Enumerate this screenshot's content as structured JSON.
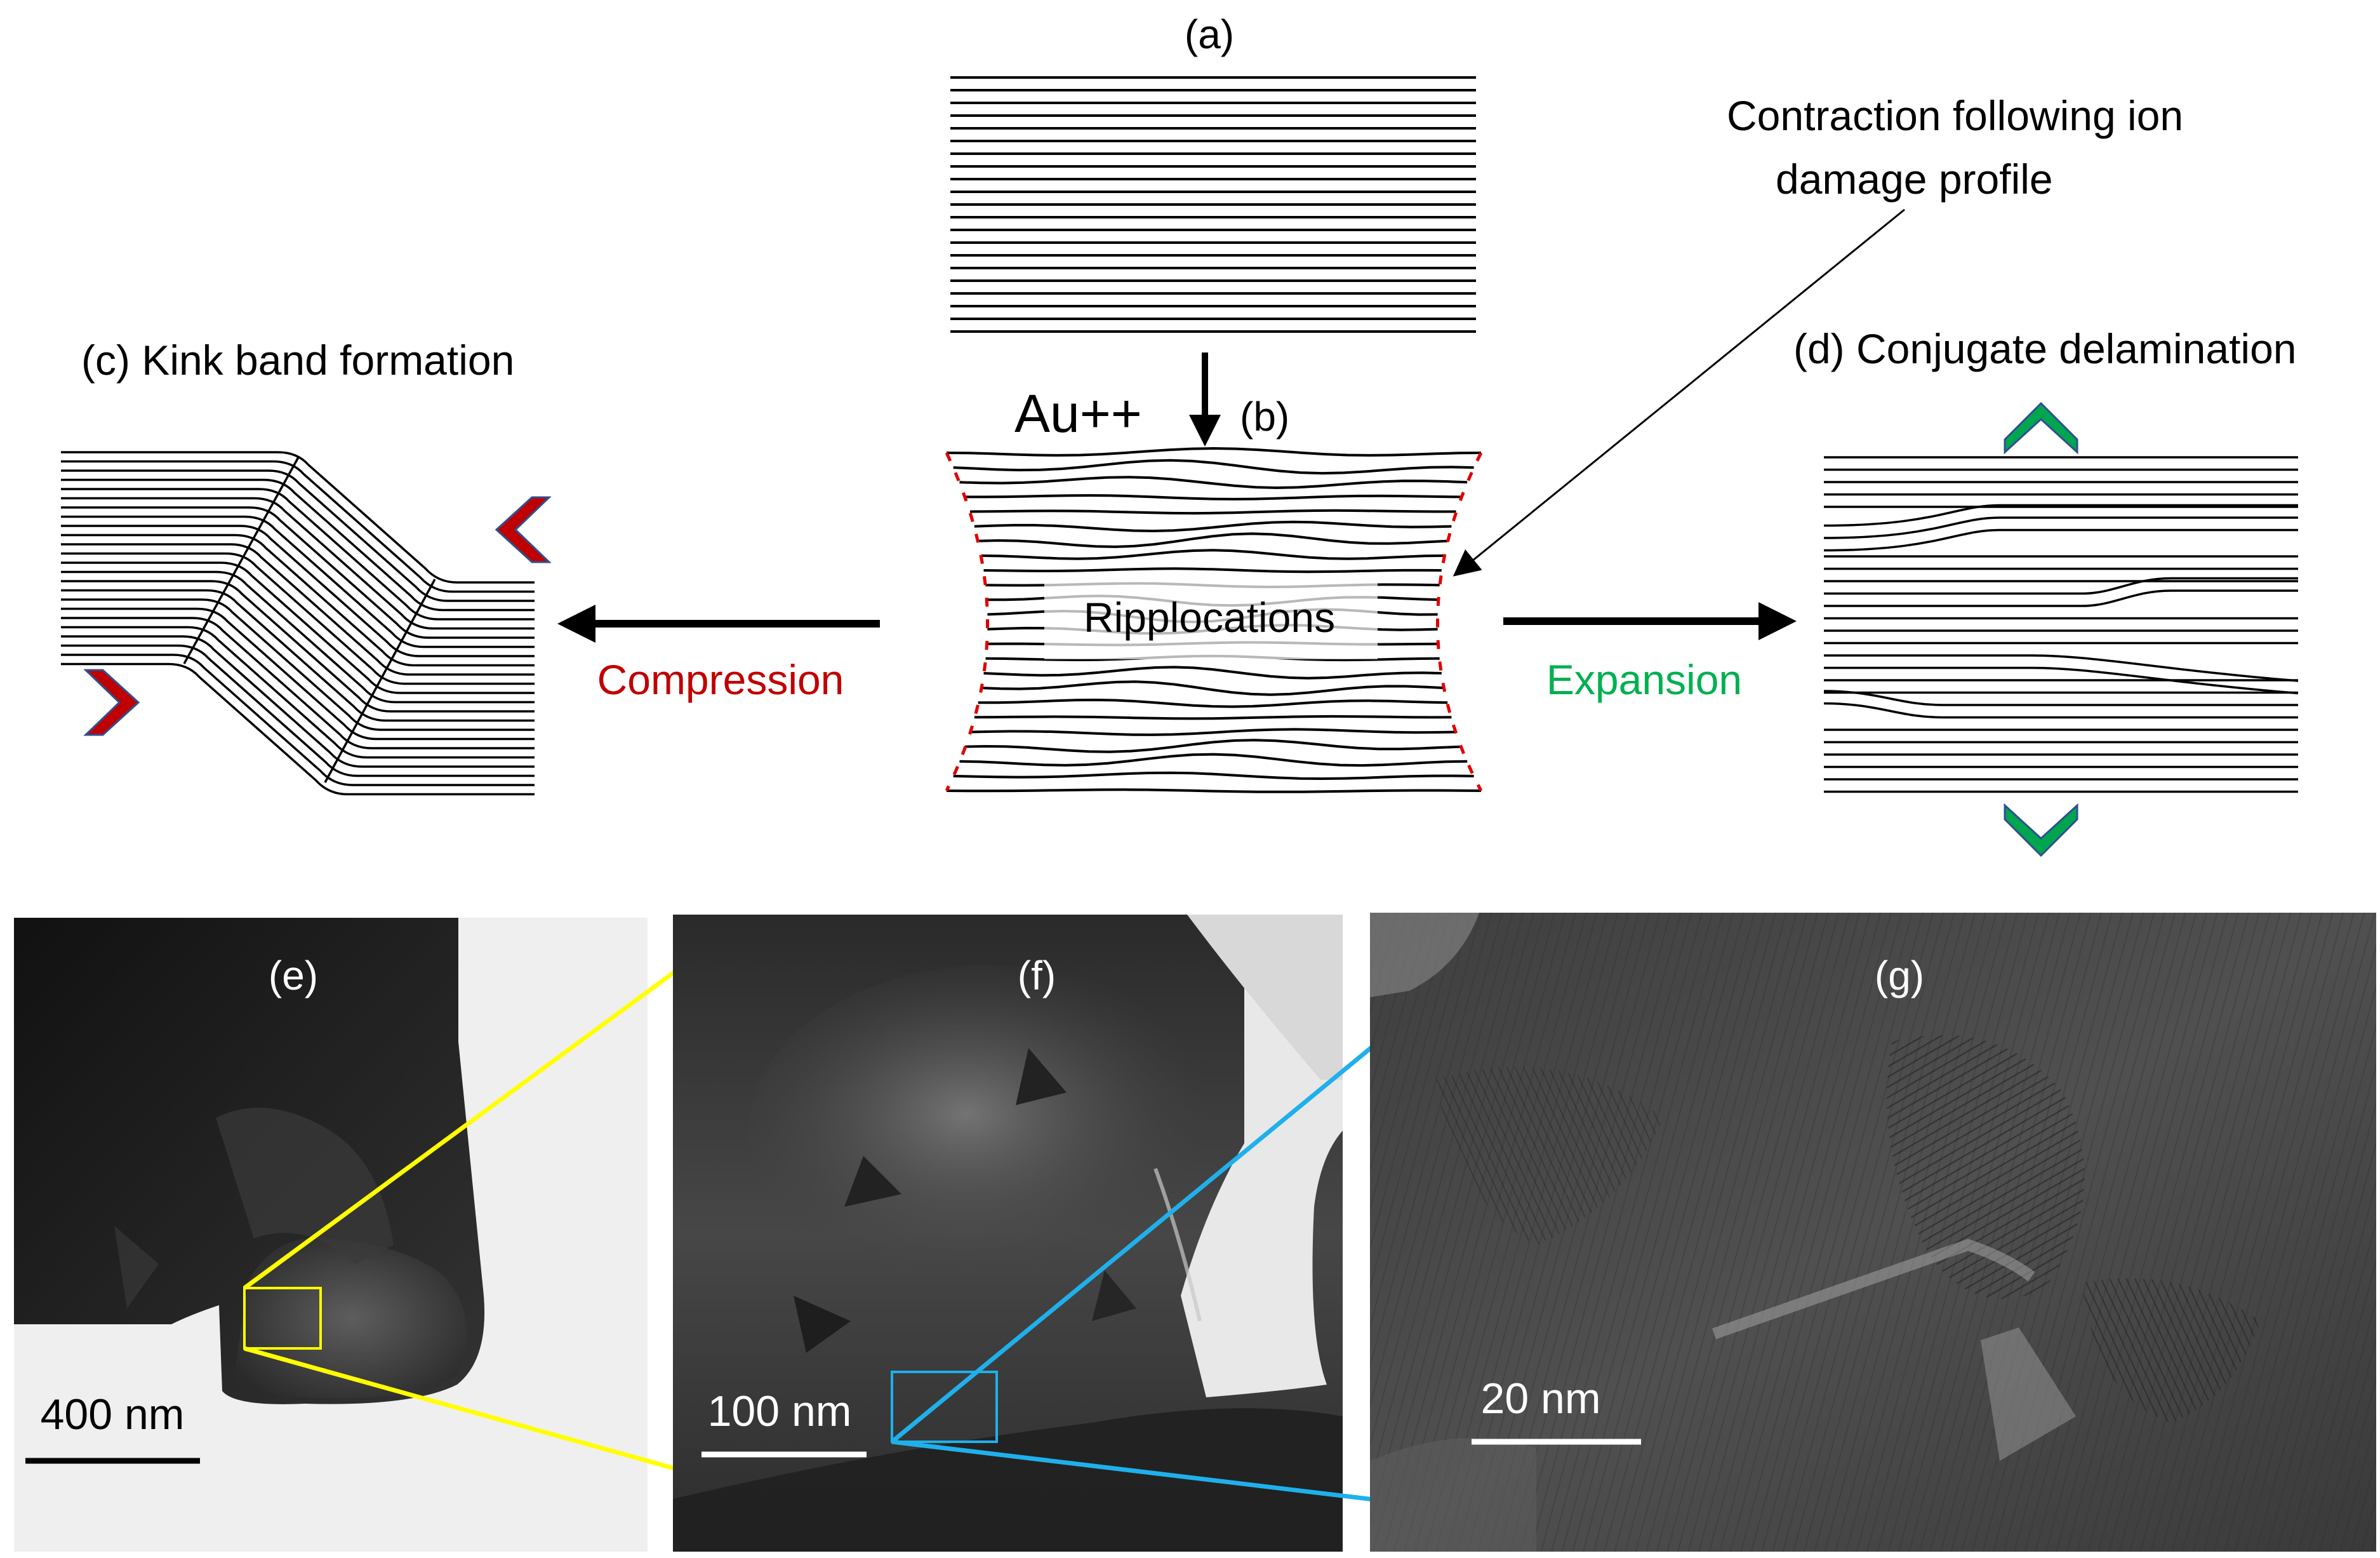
{
  "labels": {
    "a": "(a)",
    "b": "(b)",
    "c": "(c) Kink band formation",
    "d": "(d) Conjugate delamination",
    "e": "(e)",
    "f": "(f)",
    "g": "(g)"
  },
  "ion": "Au++",
  "ripplocations": "Ripplocations",
  "compression": "Compression",
  "expansion": "Expansion",
  "annotation": {
    "line1": "Contraction following ion",
    "line2": "damage profile"
  },
  "scale_bars": {
    "e": "400 nm",
    "f": "100 nm",
    "g": "20 nm"
  },
  "colors": {
    "compression": "#c00000",
    "expansion": "#00b050",
    "chevron_red": "#c00000",
    "chevron_green": "#00a550",
    "zoom_e_to_f": "#ffff00",
    "zoom_f_to_g": "#1fb0ec",
    "profile_dash": "#e00000"
  }
}
